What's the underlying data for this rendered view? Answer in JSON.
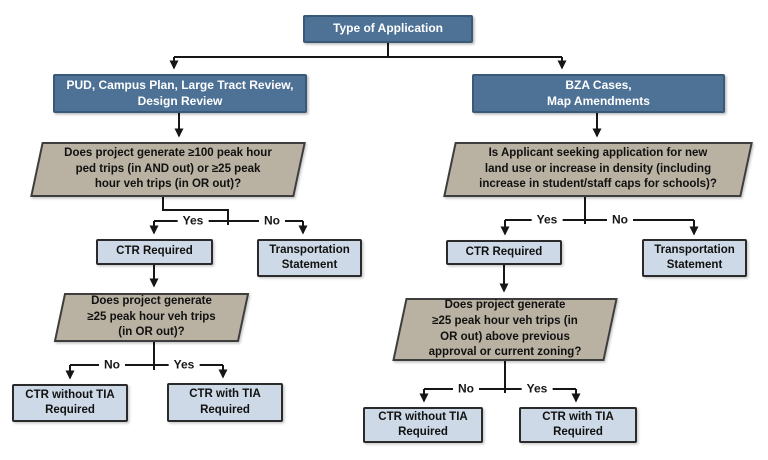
{
  "nodes": {
    "root": "Type of Application",
    "left_branch": "PUD, Campus Plan, Large Tract Review,\nDesign Review",
    "right_branch": "BZA Cases,\nMap Amendments",
    "left_q1": "Does project generate ≥100 peak hour\nped trips (in AND out) or ≥25 peak\nhour veh trips (in OR out)?",
    "right_q1": "Is Applicant seeking application for new\nland use or increase in density (including\nincrease in student/staff caps for schools)?",
    "left_ctr_required": "CTR Required",
    "left_transportation_statement": "Transportation\nStatement",
    "right_ctr_required": "CTR Required",
    "right_transportation_statement": "Transportation\nStatement",
    "left_q2": "Does project generate\n≥25 peak hour veh trips\n(in OR out)?",
    "right_q2": "Does project generate\n≥25 peak hour veh trips (in\nOR out) above previous\napproval or current zoning?",
    "left_ctr_without_tia": "CTR without TIA\nRequired",
    "left_ctr_with_tia": "CTR with TIA\nRequired",
    "right_ctr_without_tia": "CTR without TIA\nRequired",
    "right_ctr_with_tia": "CTR with TIA\nRequired"
  },
  "edge_labels": {
    "left_q1": {
      "yes": "Yes",
      "no": "No"
    },
    "right_q1": {
      "yes": "Yes",
      "no": "No"
    },
    "left_q2": {
      "no": "No",
      "yes": "Yes"
    },
    "right_q2": {
      "no": "No",
      "yes": "Yes"
    }
  },
  "edges": [
    {
      "from": "root",
      "to": "left_branch"
    },
    {
      "from": "root",
      "to": "right_branch"
    },
    {
      "from": "left_branch",
      "to": "left_q1"
    },
    {
      "from": "right_branch",
      "to": "right_q1"
    },
    {
      "from": "left_q1",
      "to": "left_ctr_required",
      "label": "Yes"
    },
    {
      "from": "left_q1",
      "to": "left_transportation_statement",
      "label": "No"
    },
    {
      "from": "right_q1",
      "to": "right_ctr_required",
      "label": "Yes"
    },
    {
      "from": "right_q1",
      "to": "right_transportation_statement",
      "label": "No"
    },
    {
      "from": "left_ctr_required",
      "to": "left_q2"
    },
    {
      "from": "right_ctr_required",
      "to": "right_q2"
    },
    {
      "from": "left_q2",
      "to": "left_ctr_without_tia",
      "label": "No"
    },
    {
      "from": "left_q2",
      "to": "left_ctr_with_tia",
      "label": "Yes"
    },
    {
      "from": "right_q2",
      "to": "right_ctr_without_tia",
      "label": "No"
    },
    {
      "from": "right_q2",
      "to": "right_ctr_with_tia",
      "label": "Yes"
    }
  ],
  "colors": {
    "decision_box_fill": "#4e7296",
    "decision_box_border": "#3a5877",
    "terminal_box_fill": "#cdd9e6",
    "terminal_box_border": "#2a2a2a",
    "question_parallelogram_fill": "#b9b1a2",
    "question_parallelogram_border": "#3d3d3d",
    "connector": "#161616",
    "background": "#ffffff"
  }
}
